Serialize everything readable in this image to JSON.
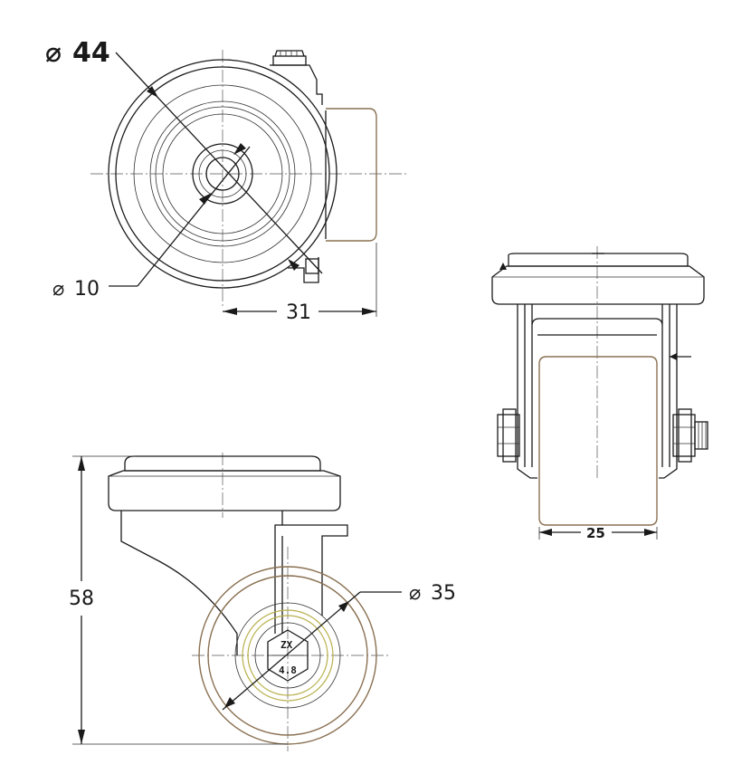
{
  "dimensions": {
    "top_view_outer_diameter": {
      "symbol": "⌀",
      "value": "44"
    },
    "top_view_bore_diameter": {
      "symbol": "⌀",
      "value": "10"
    },
    "top_view_offset": "31",
    "side_view_wheel_diameter": {
      "symbol": "⌀",
      "value": "35"
    },
    "side_view_height": "58",
    "front_view_wheel_width": "25"
  },
  "hex_nut": {
    "line1": "ZX",
    "line2": "4.8"
  },
  "colors": {
    "ink": "#1a1a1a",
    "wheel_tan": "#8a7152",
    "bearing_yellow": "#b8b04c"
  }
}
